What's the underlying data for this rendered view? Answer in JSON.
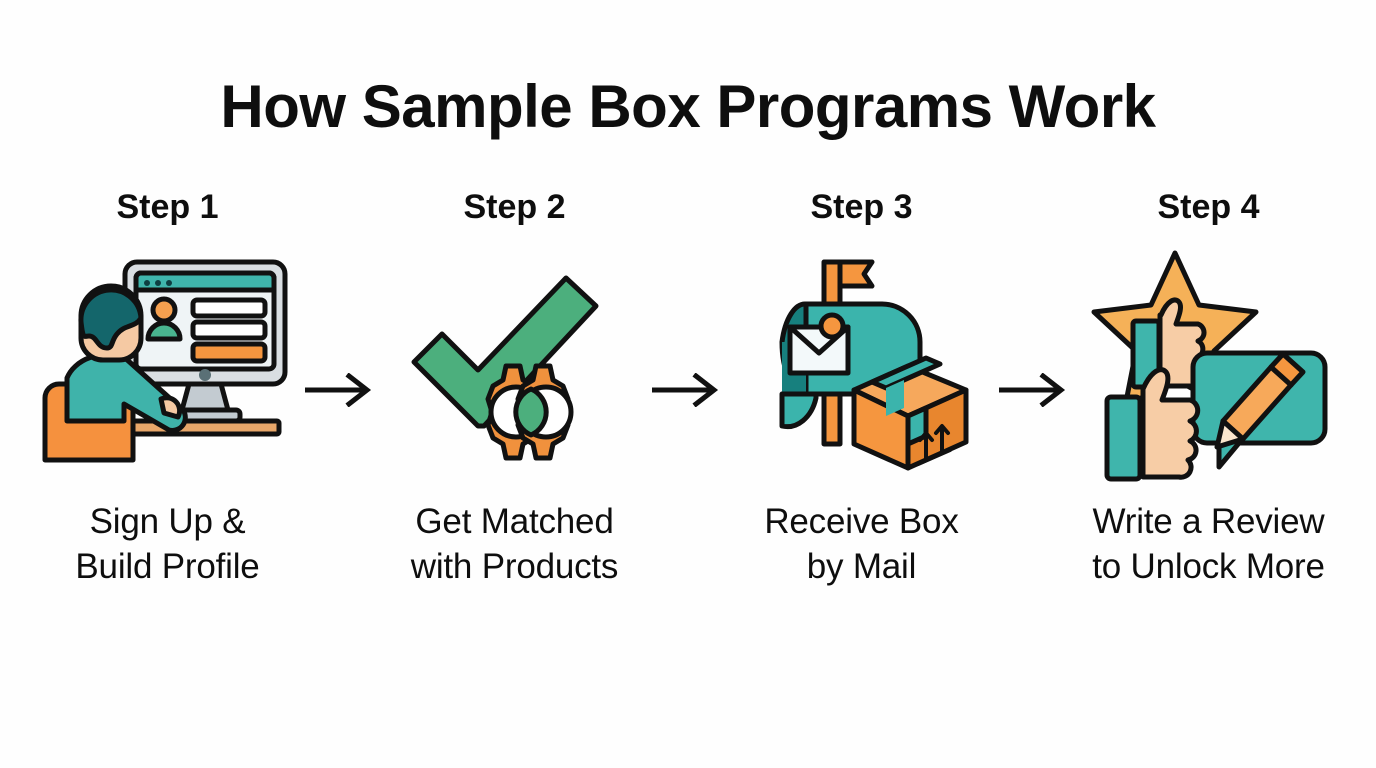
{
  "page": {
    "title": "How Sample Box Programs Work",
    "background_color": "#FEFEFE",
    "text_color": "#0E0E0E"
  },
  "palette": {
    "teal": "#3FB5AC",
    "teal_dark": "#17807E",
    "teal_deep": "#14666B",
    "orange": "#F5963F",
    "orange_light": "#F6A85C",
    "orange_dark": "#E8862E",
    "orange_star": "#F5B158",
    "green": "#4CAF7D",
    "green_dark": "#3C9B6B",
    "skin": "#F7CDA6",
    "skin_light": "#FBDCC0",
    "gray_light": "#D9DEE2",
    "gray_screen": "#EFF4F6",
    "wood": "#E8A76A",
    "outline": "#111111",
    "white": "#FFFFFF"
  },
  "steps": [
    {
      "label": "Step 1",
      "caption": "Sign Up &\nBuild Profile",
      "icon": "person-at-computer-signup-icon"
    },
    {
      "label": "Step 2",
      "caption": "Get Matched\nwith Products",
      "icon": "checkmark-gears-icon"
    },
    {
      "label": "Step 3",
      "caption": "Receive Box\nby Mail",
      "icon": "mailbox-package-icon"
    },
    {
      "label": "Step 4",
      "caption": "Write a Review\nto Unlock More",
      "icon": "star-thumbsup-review-icon"
    }
  ],
  "connectors": [
    {
      "name": "arrow-step1-to-step2",
      "glyph": "right-arrow"
    },
    {
      "name": "arrow-step2-to-step3",
      "glyph": "right-arrow"
    },
    {
      "name": "arrow-step3-to-step4",
      "glyph": "right-arrow"
    }
  ]
}
